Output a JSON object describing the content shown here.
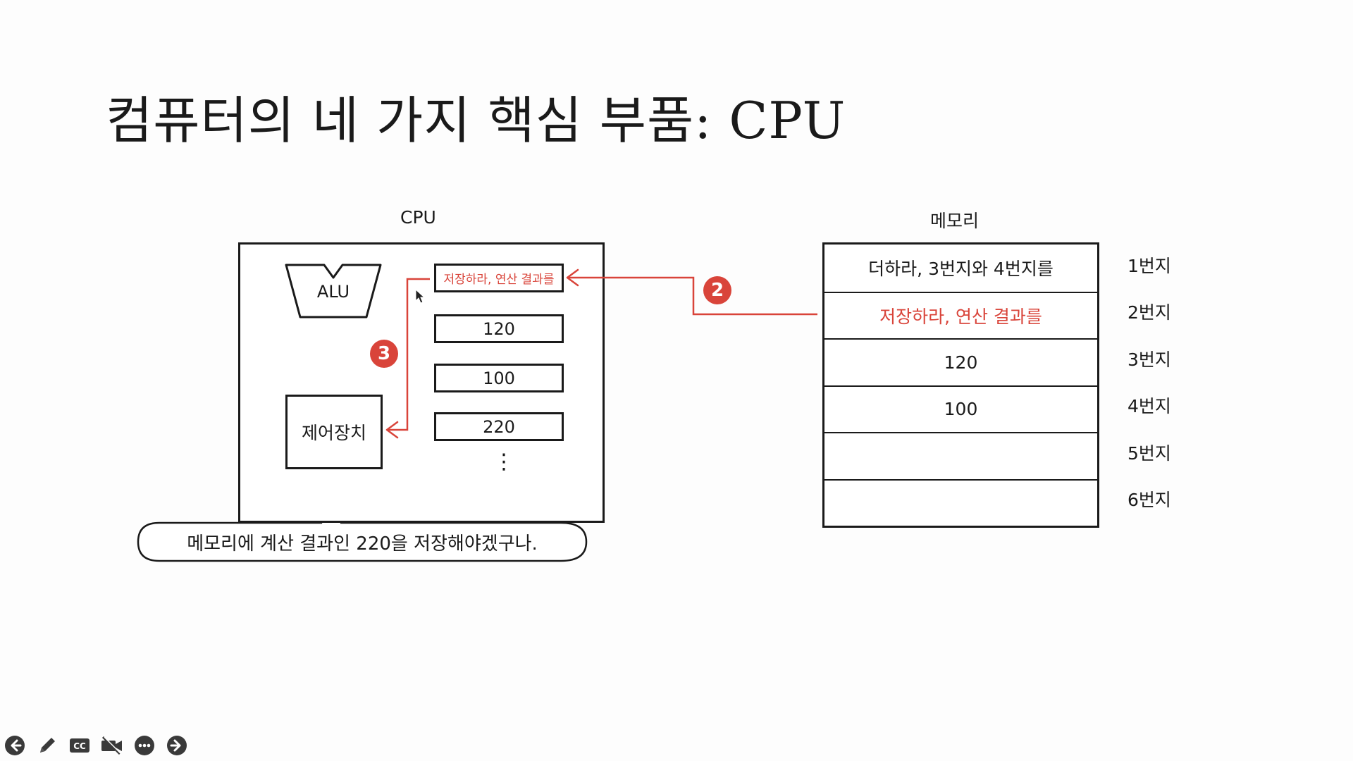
{
  "title": "컴퓨터의 네 가지 핵심 부품: CPU",
  "cpu": {
    "label": "CPU",
    "alu_label": "ALU",
    "control_unit_label": "제어장치",
    "registers": [
      "저장하라, 연산 결과를",
      "120",
      "100",
      "220"
    ],
    "ellipsis": "⋮"
  },
  "memory": {
    "label": "메모리",
    "cells": [
      "더하라, 3번지와 4번지를",
      "저장하라, 연산 결과를",
      "120",
      "100",
      "",
      ""
    ],
    "addresses": [
      "1번지",
      "2번지",
      "3번지",
      "4번지",
      "5번지",
      "6번지"
    ],
    "highlight_color": "#d9443a"
  },
  "steps": {
    "step2": "2",
    "step3": "3"
  },
  "speech_bubble": "메모리에 계산 결과인 220을 저장해야겠구나.",
  "toolbar": {
    "icons": [
      "arrow-left-icon",
      "pen-icon",
      "closed-caption-icon",
      "video-off-icon",
      "more-icon",
      "arrow-right-icon"
    ]
  },
  "colors": {
    "accent": "#d9443a",
    "ink": "#1a1a1a"
  }
}
